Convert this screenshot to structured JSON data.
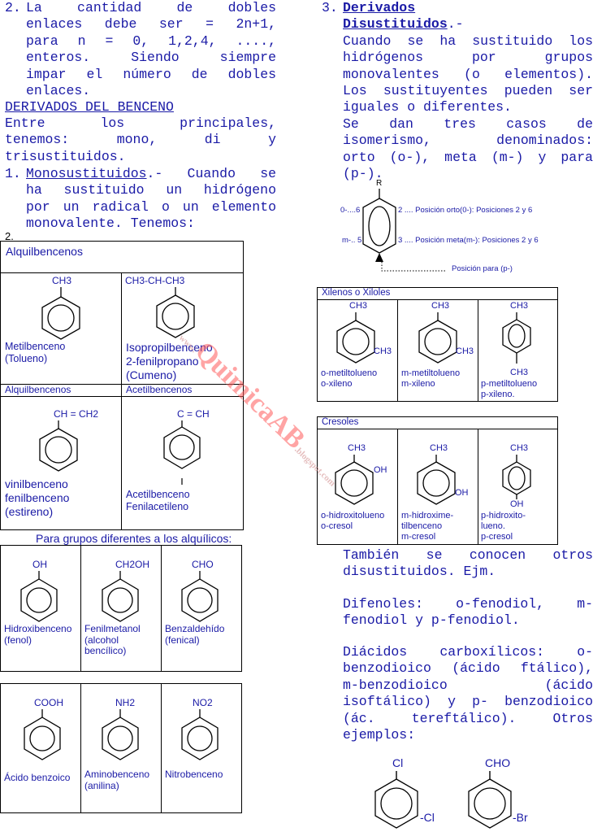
{
  "left": {
    "item2": {
      "num": "2.",
      "lines": [
        "La cantidad de dobles",
        "enlaces debe ser = 2n+1,",
        "para n = 0, 1,2,4, ....,",
        "enteros. Siendo siempre",
        "impar el número de dobles",
        "enlaces."
      ]
    },
    "section_title": "DERIVADOS DEL BENCENO",
    "intro_lines": [
      "Entre los principales,",
      "tenemos: mono, di y",
      "trisustituidos."
    ],
    "item1": {
      "num": "1.",
      "term": "Monosustituidos",
      "rest_first": ".- Cuando se",
      "lines": [
        "ha sustituido un hidrógeno",
        "por un radical o un elemento",
        "monovalente. Tenemos:"
      ]
    },
    "stray_num": "2.",
    "table1": {
      "header": "Alquilbencenos",
      "r1c1": {
        "sub": "CH3",
        "name": [
          "Metilbenceno",
          "(Tolueno)"
        ]
      },
      "r1c2": {
        "sub": "CH3-CH-CH3",
        "name": [
          "Isopropilbenceno",
          "2-fenilpropano",
          "(Cumeno)"
        ]
      },
      "h2c1": "Alquilbencenos",
      "h2c2": "Acetilbencenos",
      "r2c1": {
        "sub": "CH = CH2",
        "name": [
          "vinilbenceno",
          "fenilbenceno",
          "(estireno)"
        ]
      },
      "r2c2": {
        "sub": "C = CH",
        "name": [
          "Acetilbenceno",
          "Fenilacetileno"
        ]
      }
    },
    "groups_title": "Para grupos diferentes a los alquílicos:",
    "table2": [
      {
        "sub": "OH",
        "name": [
          "Hidroxibenceno",
          "(fenol)"
        ]
      },
      {
        "sub": "CH2OH",
        "name": [
          "Fenilmetanol",
          "(alcohol",
          "bencílico)"
        ]
      },
      {
        "sub": "CHO",
        "name": [
          "Benzaldehído",
          "(fenical)"
        ]
      }
    ],
    "table3": [
      {
        "sub": "COOH",
        "name": [
          "Ácido benzoico"
        ]
      },
      {
        "sub": "NH2",
        "name": [
          "Aminobenceno",
          "(anilina)"
        ]
      },
      {
        "sub": "NO2",
        "name": [
          "Nitrobenceno"
        ]
      }
    ]
  },
  "right": {
    "item3": {
      "num": "3.",
      "term": "Derivados Disustituidos",
      "rest_first": ".-",
      "lines": [
        "Cuando se ha sustituido los",
        "hidrógenos por grupos",
        "monovalentes (o elementos).",
        "Los sustituyentes pueden ser",
        "iguales o diferentes.",
        "Se dan tres casos de",
        "isomerismo, denominados:",
        "orto (o-), meta (m-) y para",
        "(p-)."
      ]
    },
    "diagram": {
      "R": "R",
      "l1": "0-....6",
      "l2": "m-.. 5",
      "r1": "2 .... Posición orto(0-): Posiciones 2 y 6",
      "r2": "3 .... Posición meta(m-): Posiciones 2 y 6",
      "para": "Posición para (p-)"
    },
    "xilenos": {
      "header": "Xilenos o Xiloles",
      "cells": [
        {
          "top": "CH3",
          "side": "CH3",
          "name": [
            "o-metiltolueno",
            "o-xileno"
          ]
        },
        {
          "top": "CH3",
          "side": "CH3",
          "name": [
            "m-metiltolueno",
            "m-xileno"
          ]
        },
        {
          "top": "CH3",
          "bottom": "CH3",
          "name": [
            "p-metiltolueno",
            "p-xileno."
          ]
        }
      ]
    },
    "cresoles": {
      "header": "Cresoles",
      "cells": [
        {
          "top": "CH3",
          "side": "OH",
          "name": [
            "o-hidroxitolueno",
            "o-cresol"
          ]
        },
        {
          "top": "CH3",
          "side": "OH",
          "name": [
            "m-hidroxime-",
            "tilbenceno",
            "m-cresol"
          ]
        },
        {
          "top": "CH3",
          "bottom": "OH",
          "name": [
            "p-hidroxito-",
            "lueno.",
            "p-cresol"
          ]
        }
      ]
    },
    "also_lines": [
      "También se conocen otros",
      "disustituidos. Ejm."
    ],
    "difenoles_lines": [
      "Difenoles: o-fenodiol, m-",
      "fenodiol y p-fenodiol."
    ],
    "diacidos_lines": [
      "Diácidos carboxílicos: o-",
      "benzodioico (ácido ftálico),",
      "m-benzodioico (ácido",
      "isoftálico) y p- benzodioico",
      "(ác. tereftálico). Otros",
      "ejemplos:"
    ],
    "examples": [
      {
        "top": "Cl",
        "side": "-Cl"
      },
      {
        "top": "CHO",
        "side": "-Br"
      }
    ]
  },
  "watermark": {
    "w1": "www.",
    "w2": "QuimicaAB",
    "w3": ".blogspot.com"
  }
}
